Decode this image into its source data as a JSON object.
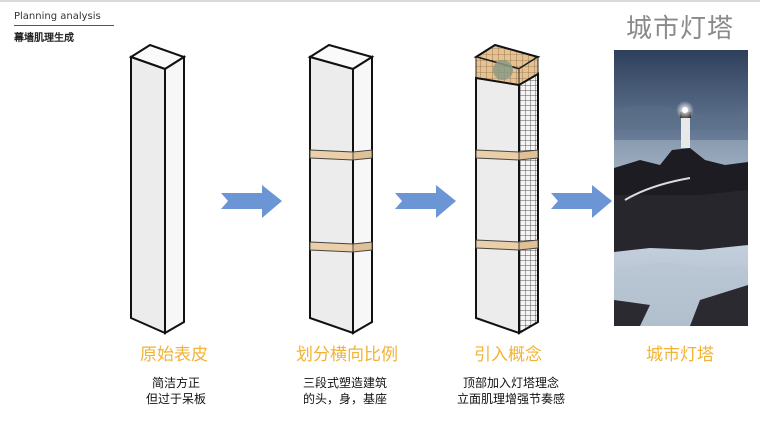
{
  "header": {
    "subtitle_en": "Planning analysis",
    "subtitle_cn": "幕墙肌理生成",
    "title": "城市灯塔"
  },
  "stages": [
    {
      "label": "原始表皮",
      "desc": "简洁方正\n但过于呆板"
    },
    {
      "label": "划分横向比例",
      "desc": "三段式塑造建筑\n的头，身，基座"
    },
    {
      "label": "引入概念",
      "desc": "顶部加入灯塔理念\n立面肌理增强节奏感"
    },
    {
      "label": "城市灯塔",
      "desc": ""
    }
  ],
  "colors": {
    "accent_label": "#f2b335",
    "arrow": "#6c95d6",
    "band": "#ebcfa8",
    "title_gray": "#8a8a8a"
  },
  "icons": [
    "right-arrow-icon"
  ]
}
